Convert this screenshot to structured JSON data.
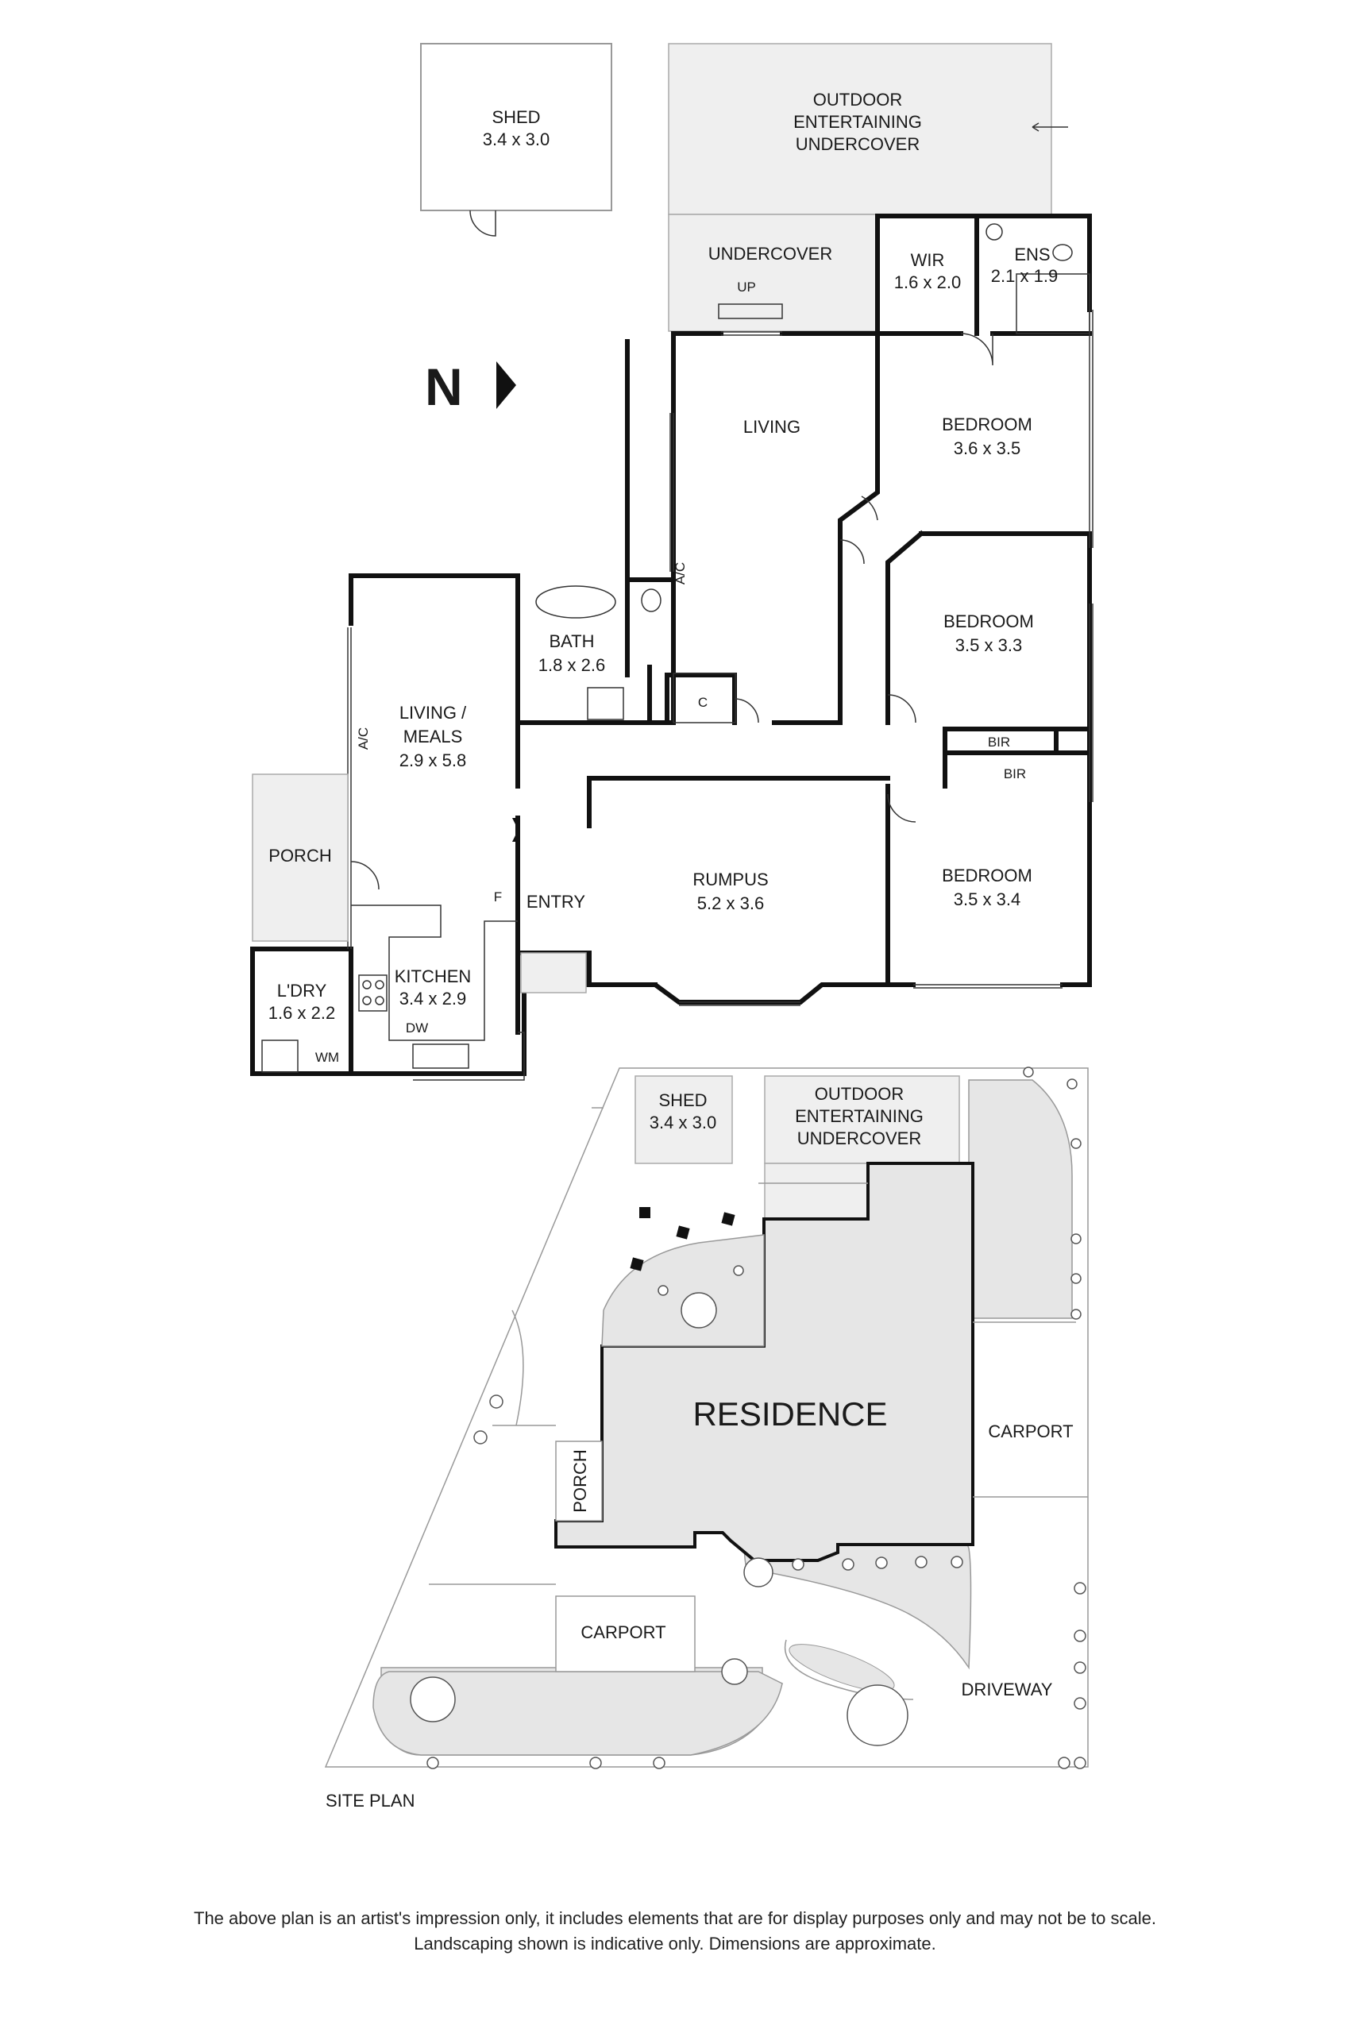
{
  "floor_plan": {
    "compass": "N",
    "rooms": {
      "shed": {
        "name": "SHED",
        "dims": "3.4 x 3.0"
      },
      "outdoor": {
        "line1": "OUTDOOR",
        "line2": "ENTERTAINING",
        "line3": "UNDERCOVER"
      },
      "undercover": {
        "name": "UNDERCOVER",
        "up": "UP"
      },
      "wir": {
        "name": "WIR",
        "dims": "1.6 x 2.0"
      },
      "ens": {
        "name": "ENS",
        "dims": "2.1 x 1.9"
      },
      "living": {
        "name": "LIVING"
      },
      "bed1": {
        "name": "BEDROOM",
        "dims": "3.6 x 3.5"
      },
      "bed2": {
        "name": "BEDROOM",
        "dims": "3.5 x 3.3"
      },
      "bed3": {
        "name": "BEDROOM",
        "dims": "3.5 x 3.4"
      },
      "bir1": "BIR",
      "bir2": "BIR",
      "bath": {
        "name": "BATH",
        "dims": "1.8 x 2.6"
      },
      "ac1": "A/C",
      "ac2": "A/C",
      "cupboard": "C",
      "living_meals": {
        "line1": "LIVING /",
        "line2": "MEALS",
        "dims": "2.9 x 5.8"
      },
      "porch": "PORCH",
      "entry": "ENTRY",
      "fridge": "F",
      "rumpus": {
        "name": "RUMPUS",
        "dims": "5.2 x 3.6"
      },
      "kitchen": {
        "name": "KITCHEN",
        "dims": "3.4 x 2.9"
      },
      "dw": "DW",
      "laundry": {
        "name": "L'DRY",
        "dims": "1.6 x 2.2"
      },
      "wm": "WM"
    }
  },
  "site_plan": {
    "title": "SITE PLAN",
    "shed": {
      "name": "SHED",
      "dims": "3.4 x 3.0"
    },
    "outdoor": {
      "line1": "OUTDOOR",
      "line2": "ENTERTAINING",
      "line3": "UNDERCOVER"
    },
    "residence": "RESIDENCE",
    "carport_right": "CARPORT",
    "carport_bottom": "CARPORT",
    "porch": "PORCH",
    "driveway": "DRIVEWAY"
  },
  "disclaimer": {
    "line1": "The above plan is an artist's impression only, it includes elements that are for display purposes only and may not be to scale.",
    "line2": "Landscaping shown is indicative only. Dimensions are approximate."
  }
}
